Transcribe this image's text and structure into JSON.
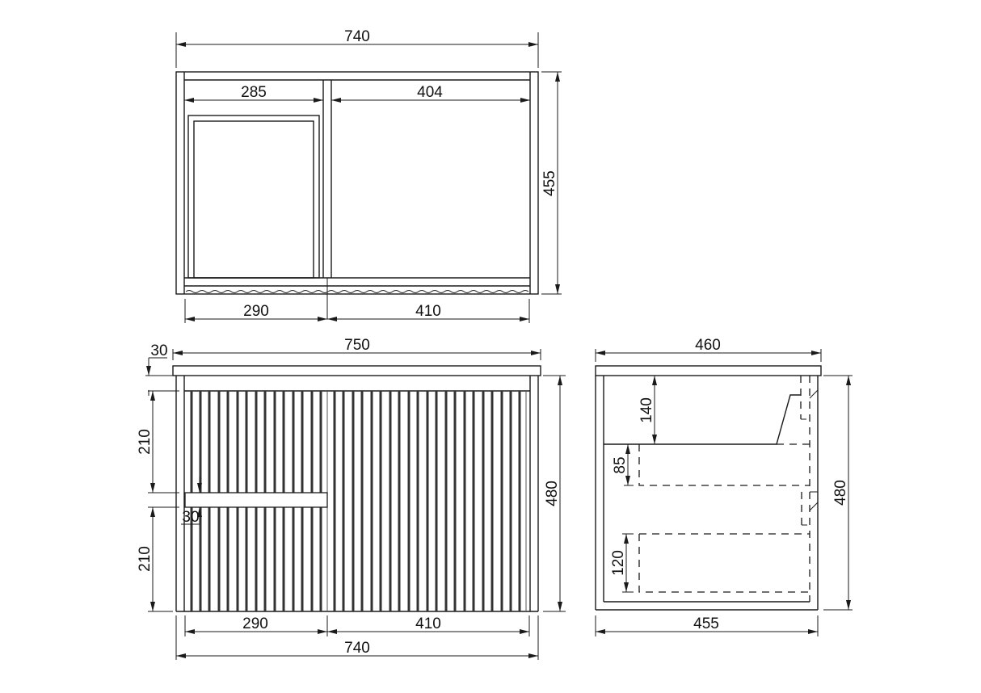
{
  "drawing": {
    "type": "technical-dimension-drawing",
    "subject": "wall-hung fluted vanity cabinet (2-door)",
    "line_color": "#1a1a1a",
    "background": "#ffffff"
  },
  "top_view": {
    "overall_width": "740",
    "left_inner_width": "285",
    "right_inner_width": "404",
    "depth": "455",
    "left_door_width": "290",
    "right_door_width": "410"
  },
  "front_view": {
    "top_overhang": "30",
    "top_width": "750",
    "upper_door_height": "210",
    "handle_gap": "30",
    "lower_door_height": "210",
    "overall_height": "480",
    "left_door_width": "290",
    "right_door_width": "410",
    "body_width": "740"
  },
  "side_view": {
    "top_depth": "460",
    "basin_depth": "140",
    "upper_drawer_height": "85",
    "lower_drawer_height": "120",
    "overall_height": "480",
    "body_depth": "455"
  }
}
